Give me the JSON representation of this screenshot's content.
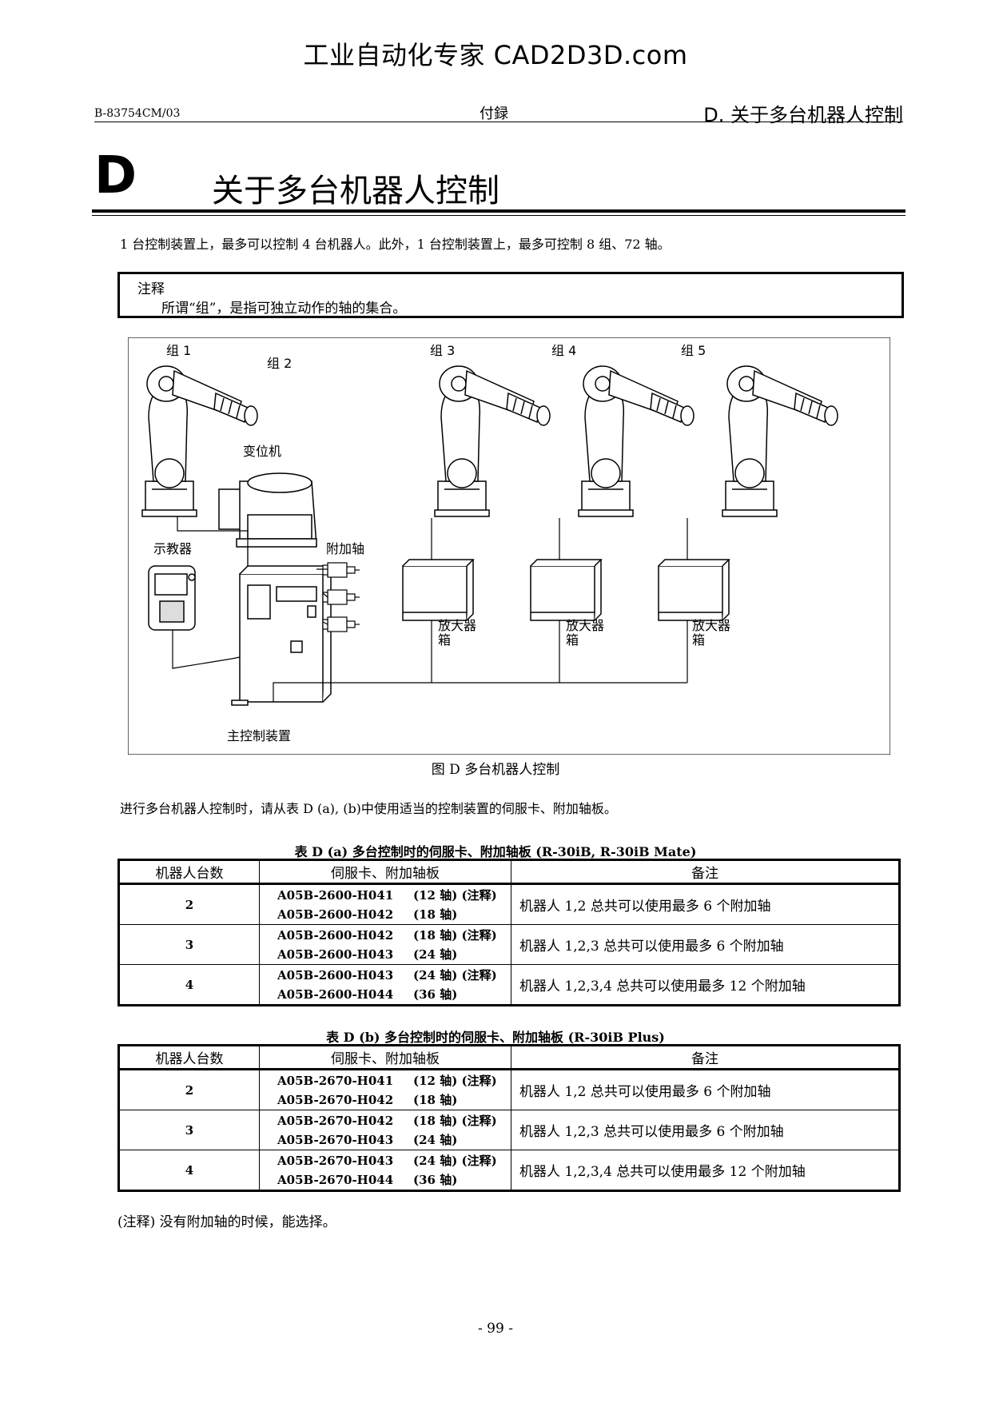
{
  "watermark": "工业自动化专家 CAD2D3D.com",
  "header": {
    "doc_no": "B-83754CM/03",
    "section": "付録",
    "chapter_ref": "D. 关于多台机器人控制"
  },
  "chapter": {
    "letter": "D",
    "title": "关于多台机器人控制"
  },
  "intro": "1 台控制装置上，最多可以控制 4 台机器人。此外，1 台控制装置上，最多可控制 8 组、72 轴。",
  "note": {
    "label": "注释",
    "text": "所谓“组”，是指可独立动作的轴的集合。"
  },
  "figure": {
    "labels": {
      "g1": "组 1",
      "g2": "组 2",
      "g3": "组 3",
      "g4": "组 4",
      "g5": "组 5",
      "positioner": "变位机",
      "pendant": "示教器",
      "ext_axis": "附加轴",
      "amp": "放大器",
      "amp2": "箱",
      "main_ctrl": "主控制装置"
    },
    "caption": "图 D  多台机器人控制"
  },
  "para2": "进行多台机器人控制时，请从表 D (a), (b)中使用适当的控制装置的伺服卡、附加轴板。",
  "table_a": {
    "caption": "表 D (a)  多台控制时的伺服卡、附加轴板  (R-30iB, R-30iB Mate)",
    "headers": [
      "机器人台数",
      "伺服卡、附加轴板",
      "备注"
    ],
    "rows": [
      {
        "count": "2",
        "card1": "A05B-2600-H041",
        "axis1": "(12 轴) (注释)",
        "card2": "A05B-2600-H042",
        "axis2": "(18 轴)",
        "remark": "机器人 1,2 总共可以使用最多 6 个附加轴"
      },
      {
        "count": "3",
        "card1": "A05B-2600-H042",
        "axis1": "(18 轴) (注释)",
        "card2": "A05B-2600-H043",
        "axis2": "(24 轴)",
        "remark": "机器人 1,2,3 总共可以使用最多 6 个附加轴"
      },
      {
        "count": "4",
        "card1": "A05B-2600-H043",
        "axis1": "(24 轴) (注释)",
        "card2": "A05B-2600-H044",
        "axis2": "(36 轴)",
        "remark": "机器人 1,2,3,4 总共可以使用最多 12 个附加轴"
      }
    ]
  },
  "table_b": {
    "caption": "表 D (b)  多台控制时的伺服卡、附加轴板  (R-30iB Plus)",
    "headers": [
      "机器人台数",
      "伺服卡、附加轴板",
      "备注"
    ],
    "rows": [
      {
        "count": "2",
        "card1": "A05B-2670-H041",
        "axis1": "(12 轴) (注释)",
        "card2": "A05B-2670-H042",
        "axis2": "(18 轴)",
        "remark": "机器人 1,2 总共可以使用最多 6 个附加轴"
      },
      {
        "count": "3",
        "card1": "A05B-2670-H042",
        "axis1": "(18 轴) (注释)",
        "card2": "A05B-2670-H043",
        "axis2": "(24 轴)",
        "remark": "机器人 1,2,3 总共可以使用最多 6 个附加轴"
      },
      {
        "count": "4",
        "card1": "A05B-2670-H043",
        "axis1": "(24 轴) (注释)",
        "card2": "A05B-2670-H044",
        "axis2": "(36 轴)",
        "remark": "机器人 1,2,3,4 总共可以使用最多 12 个附加轴"
      }
    ]
  },
  "footnote": "(注释)    没有附加轴的时候，能选择。",
  "page_number": "- 99 -"
}
